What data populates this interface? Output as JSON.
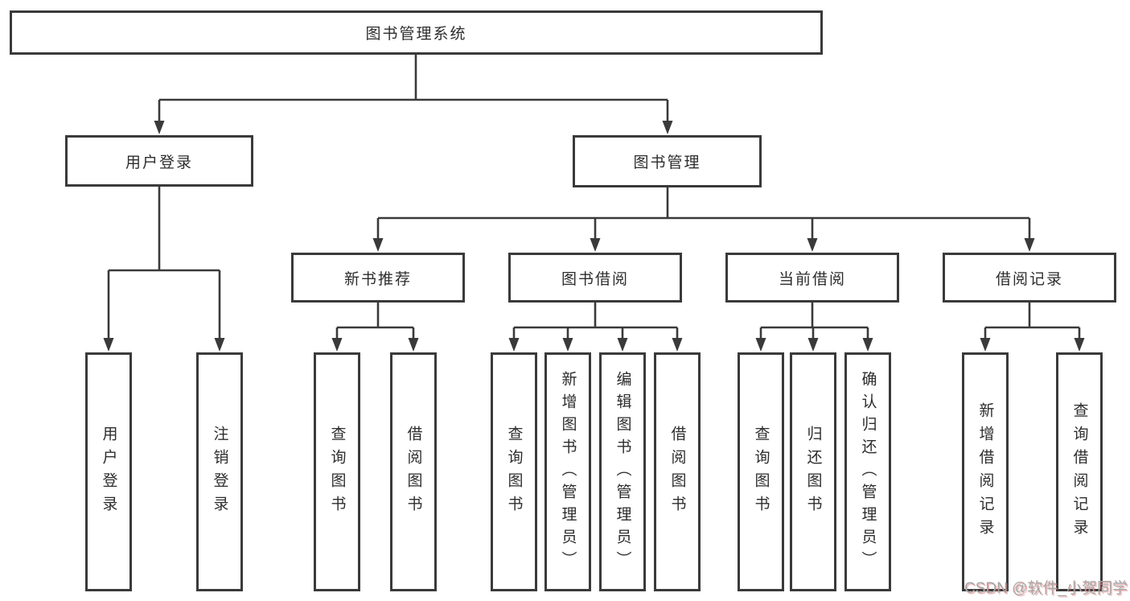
{
  "diagram": {
    "root": {
      "label": "图书管理系统",
      "children": [
        {
          "label": "用户登录",
          "children": [
            {
              "label": "用户登录"
            },
            {
              "label": "注销登录"
            }
          ]
        },
        {
          "label": "图书管理",
          "children": [
            {
              "label": "新书推荐",
              "children": [
                {
                  "label": "查询图书"
                },
                {
                  "label": "借阅图书"
                }
              ]
            },
            {
              "label": "图书借阅",
              "children": [
                {
                  "label": "查询图书"
                },
                {
                  "label": "新增图书（管理员）"
                },
                {
                  "label": "编辑图书（管理员）"
                },
                {
                  "label": "借阅图书"
                }
              ]
            },
            {
              "label": "当前借阅",
              "children": [
                {
                  "label": "查询图书"
                },
                {
                  "label": "归还图书"
                },
                {
                  "label": "确认归还（管理员）"
                }
              ]
            },
            {
              "label": "借阅记录",
              "children": [
                {
                  "label": "新增借阅记录"
                },
                {
                  "label": "查询借阅记录"
                }
              ]
            }
          ]
        }
      ]
    }
  },
  "watermark": {
    "text": "CSDN @软件_小贺同学"
  },
  "colors": {
    "line": "#3a3a3a",
    "box_border": "#3a3a3a",
    "box_fill": "#ffffff",
    "text": "#2d2d2d",
    "watermark_gray": "#a6a6a6",
    "watermark_red": "#e06060"
  }
}
